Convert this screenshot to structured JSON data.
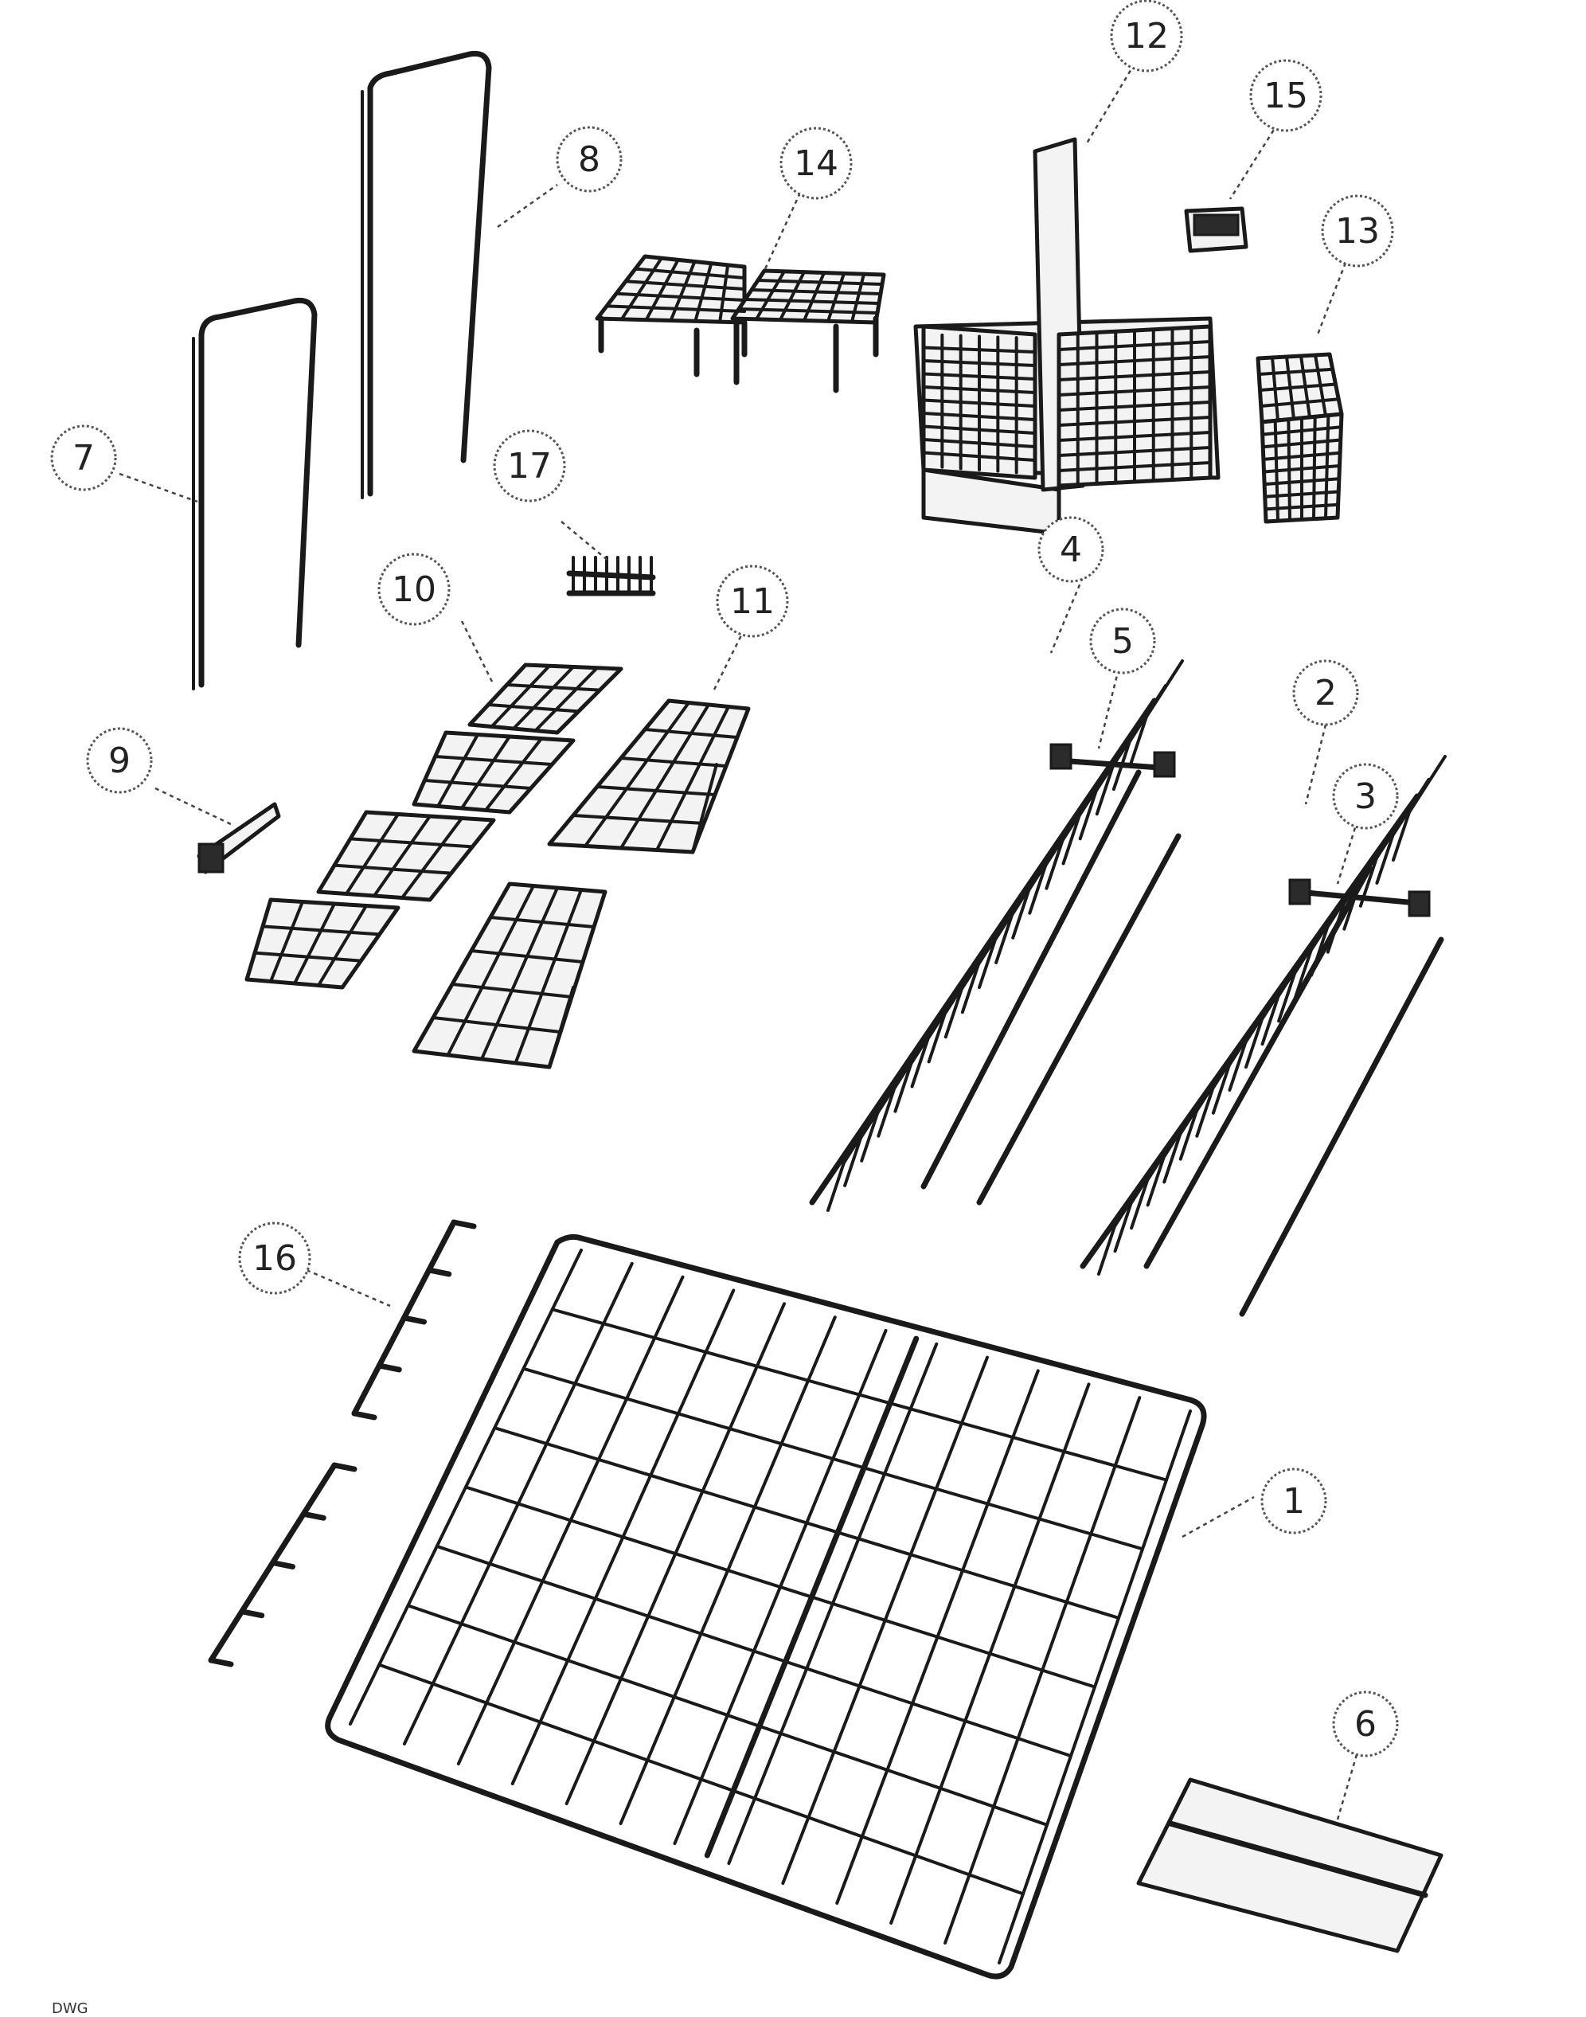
{
  "diagram": {
    "callouts": [
      "1",
      "2",
      "3",
      "4",
      "5",
      "6",
      "7",
      "8",
      "9",
      "10",
      "11",
      "12",
      "13",
      "14",
      "15",
      "16",
      "17"
    ],
    "footer": "DWG"
  }
}
